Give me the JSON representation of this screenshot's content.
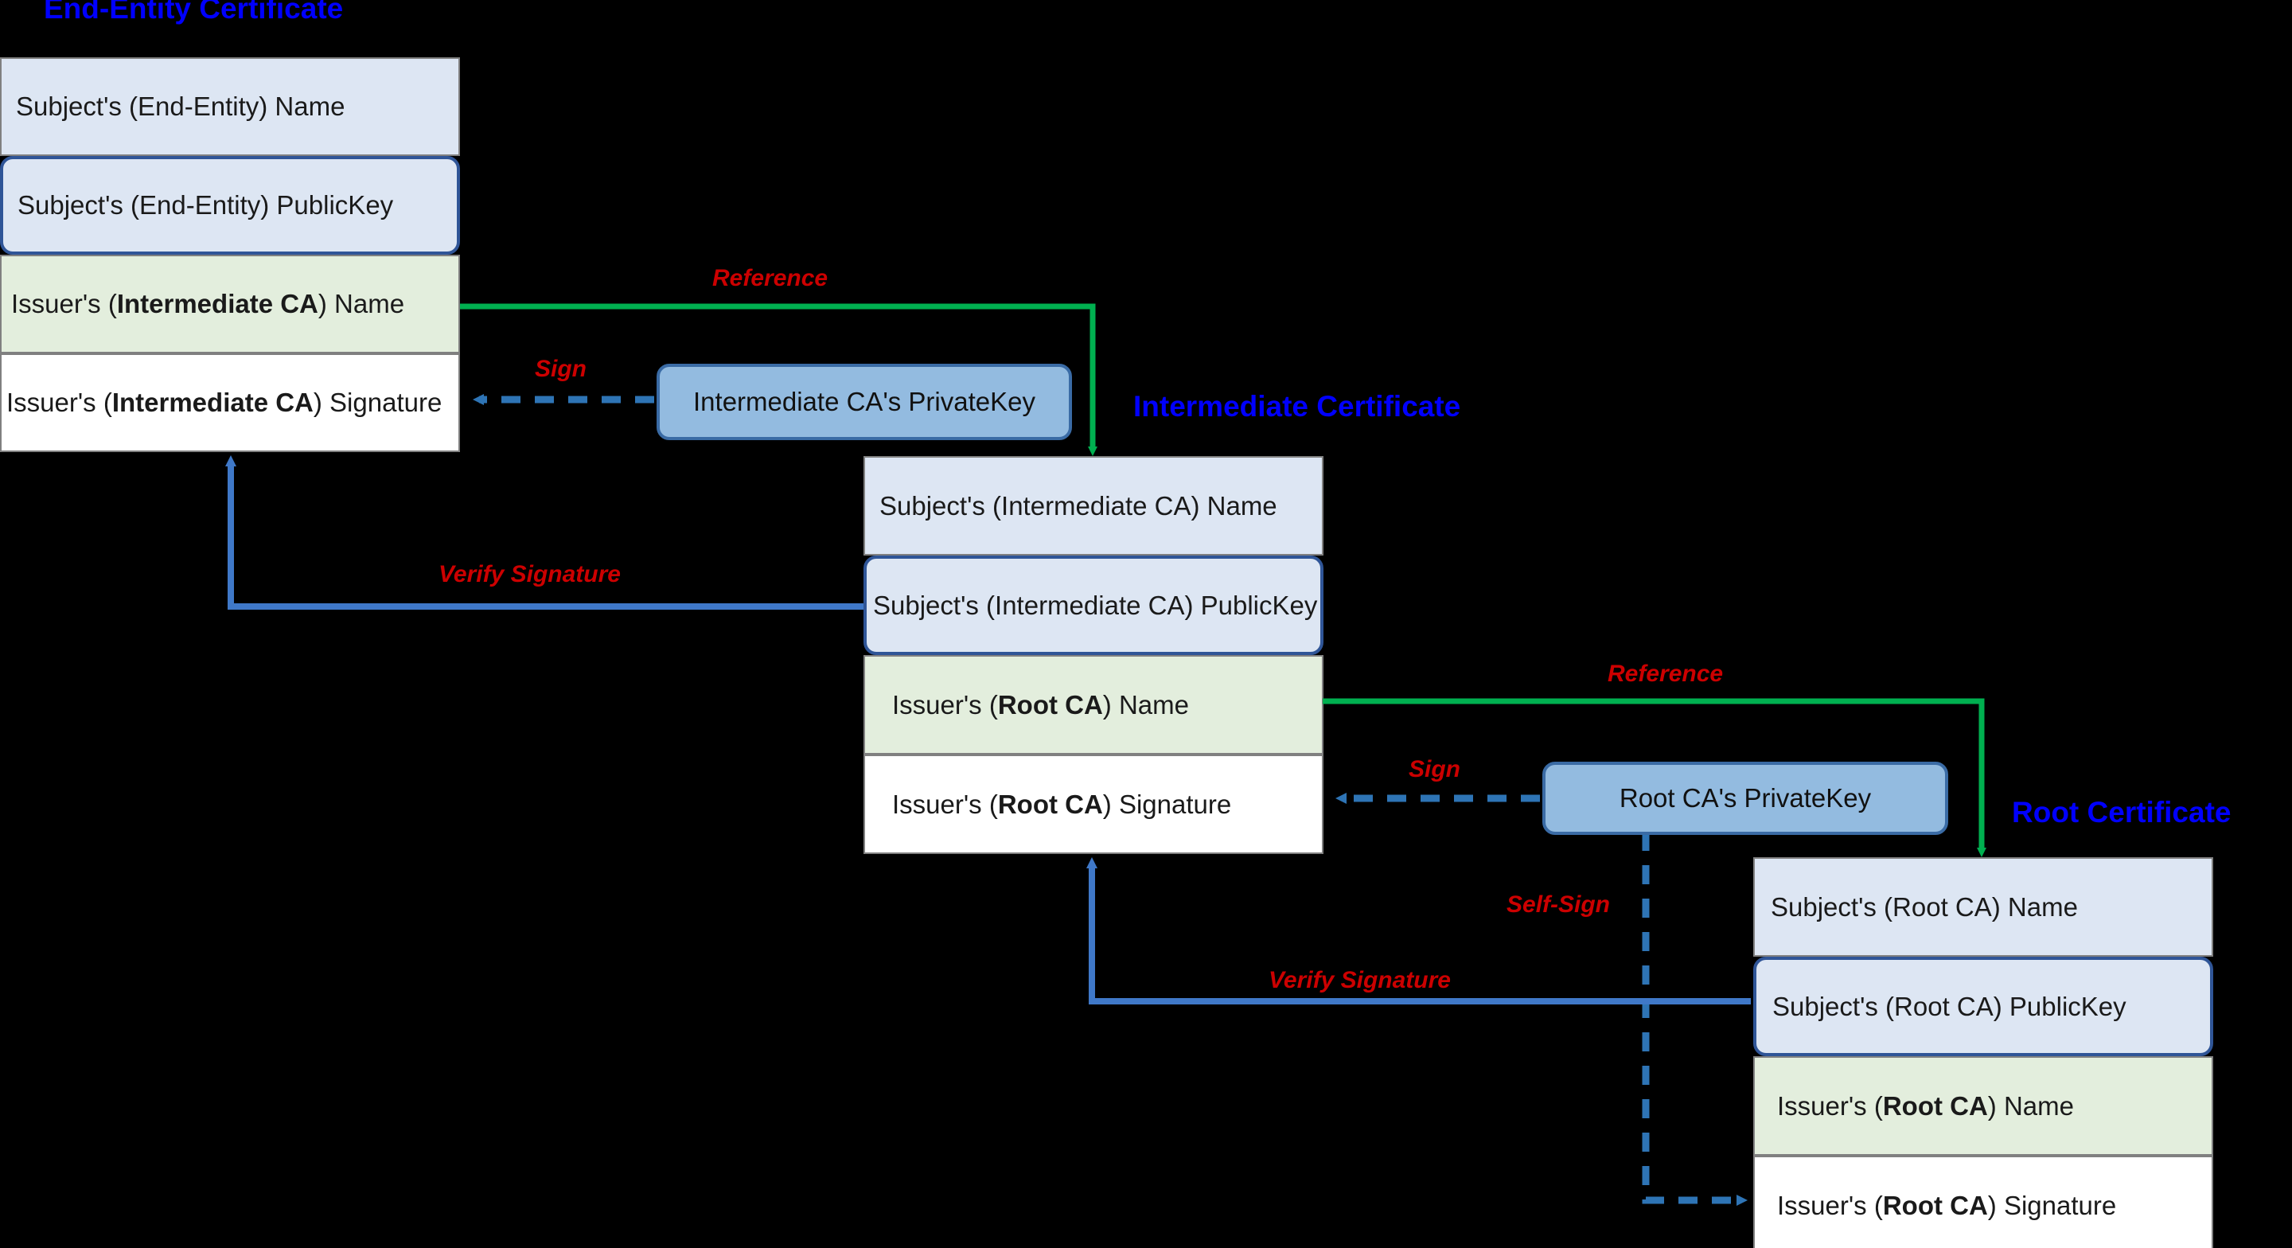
{
  "headings": {
    "end_entity": "End-Entity Certificate",
    "intermediate": "Intermediate Certificate",
    "root": "Root Certificate"
  },
  "certificates": {
    "end_entity": {
      "title": "End-Entity Certificate",
      "rows": [
        {
          "kind": "subject-name",
          "prefix": "Subject's (End-Entity) Name",
          "bold": "",
          "suffix": ""
        },
        {
          "kind": "subject-publickey",
          "prefix": "Subject's (End-Entity) PublicKey",
          "bold": "",
          "suffix": ""
        },
        {
          "kind": "issuer-name",
          "prefix": "Issuer's (",
          "bold": "Intermediate CA",
          "suffix": ") Name"
        },
        {
          "kind": "issuer-signature",
          "prefix": "Issuer's (",
          "bold": "Intermediate CA",
          "suffix": ") Signature"
        }
      ]
    },
    "intermediate": {
      "title": "Intermediate Certificate",
      "rows": [
        {
          "kind": "subject-name",
          "prefix": "Subject's (Intermediate CA) Name",
          "bold": "",
          "suffix": ""
        },
        {
          "kind": "subject-publickey",
          "prefix": "Subject's (Intermediate CA) PublicKey",
          "bold": "",
          "suffix": ""
        },
        {
          "kind": "issuer-name",
          "prefix": "Issuer's (",
          "bold": "Root CA",
          "suffix": ") Name"
        },
        {
          "kind": "issuer-signature",
          "prefix": "Issuer's (",
          "bold": "Root CA",
          "suffix": ") Signature"
        }
      ]
    },
    "root": {
      "title": "Root Certificate",
      "rows": [
        {
          "kind": "subject-name",
          "prefix": "Subject's (Root CA) Name",
          "bold": "",
          "suffix": ""
        },
        {
          "kind": "subject-publickey",
          "prefix": "Subject's (Root CA) PublicKey",
          "bold": "",
          "suffix": ""
        },
        {
          "kind": "issuer-name",
          "prefix": "Issuer's (",
          "bold": "Root CA",
          "suffix": ") Name"
        },
        {
          "kind": "issuer-signature",
          "prefix": "Issuer's (",
          "bold": "Root CA",
          "suffix": ") Signature"
        }
      ]
    }
  },
  "keys": {
    "intermediate_private": "Intermediate CA's PrivateKey",
    "root_private": "Root CA's PrivateKey"
  },
  "edges": {
    "reference_top": "Reference",
    "reference_bottom": "Reference",
    "sign_intermediate": "Sign",
    "sign_root": "Sign",
    "self_sign": "Self-Sign",
    "verify_top": "Verify Signature",
    "verify_bottom": "Verify Signature"
  },
  "colors": {
    "background": "#000000",
    "heading": "#0000ff",
    "edge_label": "#cc0000",
    "reference_arrow": "#00b050",
    "sign_arrow": "#2e74b5",
    "verify_arrow": "#3f78c8",
    "row_subject_fill": "#dde6f3",
    "row_issuer_fill": "#e3eedd",
    "row_signature_fill": "#ffffff",
    "row_border": "#808080",
    "pubkey_border": "#2f5597",
    "key_fill": "#93bbe0",
    "key_border": "#3a6ba5",
    "text": "#1a1a1a"
  }
}
